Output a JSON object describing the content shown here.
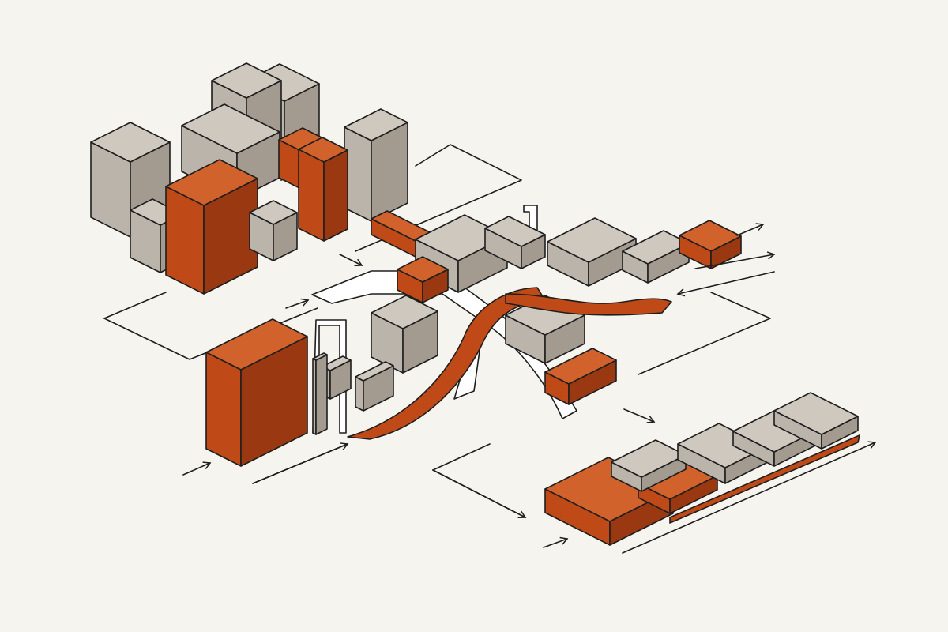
{
  "diagram": {
    "kind": "isometric-block-flow-illustration",
    "text_labels": []
  },
  "colors": {
    "background": "#f5f4ef",
    "stroke": "#1e1e1e",
    "accent": "#bf4a17",
    "accent_dark": "#9a3812",
    "accent_light": "#d2622b",
    "neutral": "#bbb4aa",
    "neutral_dark": "#a39b90",
    "neutral_light": "#cec8bf"
  },
  "groups": {
    "source_cluster": {
      "blocks": 12,
      "accent_blocks": 4
    },
    "bridge_junction": {
      "tiles": 9,
      "ribbons": 2
    },
    "output_row": {
      "tiles": 6,
      "accent_tiles": 2
    }
  },
  "icons": [
    "arrow-icon",
    "connector-line",
    "flow-ribbon"
  ]
}
